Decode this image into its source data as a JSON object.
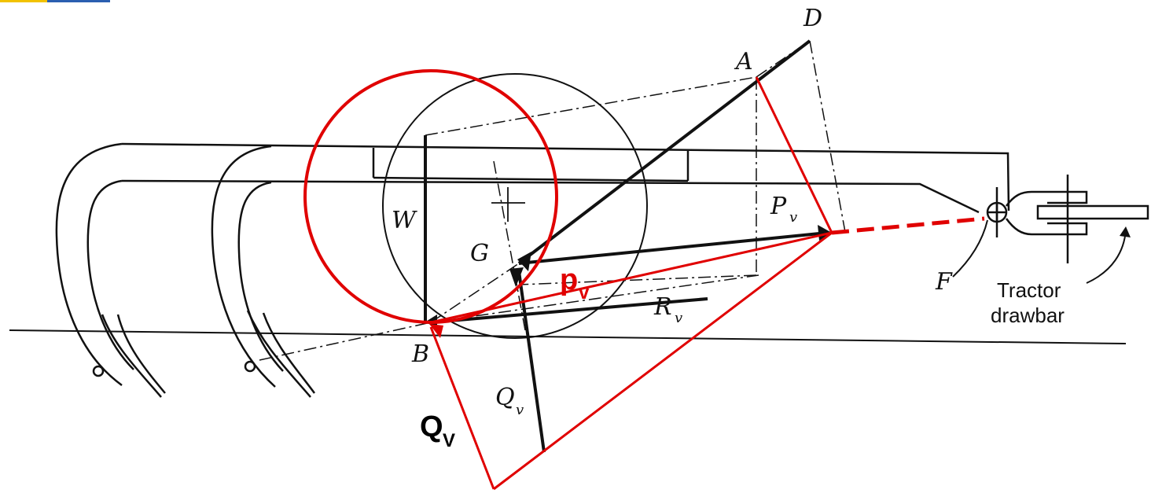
{
  "labels": {
    "D": "D",
    "A": "A",
    "W": "W",
    "G": "G",
    "B": "B",
    "F": "F",
    "Pv_main": "P",
    "Pv_sub": "v",
    "Rv_main": "R",
    "Rv_sub": "v",
    "Qv_main": "Q",
    "Qv_sub": "v",
    "pv_red_main": "p",
    "pv_red_sub": "v",
    "Qv_bold_main": "Q",
    "Qv_bold_sub": "V",
    "tractor_line1": "Tractor",
    "tractor_line2": "drawbar"
  },
  "colors": {
    "ink": "#111111",
    "accent": "#e00000",
    "corner_yellow": "#f2c200",
    "corner_blue": "#2b5fb0"
  }
}
